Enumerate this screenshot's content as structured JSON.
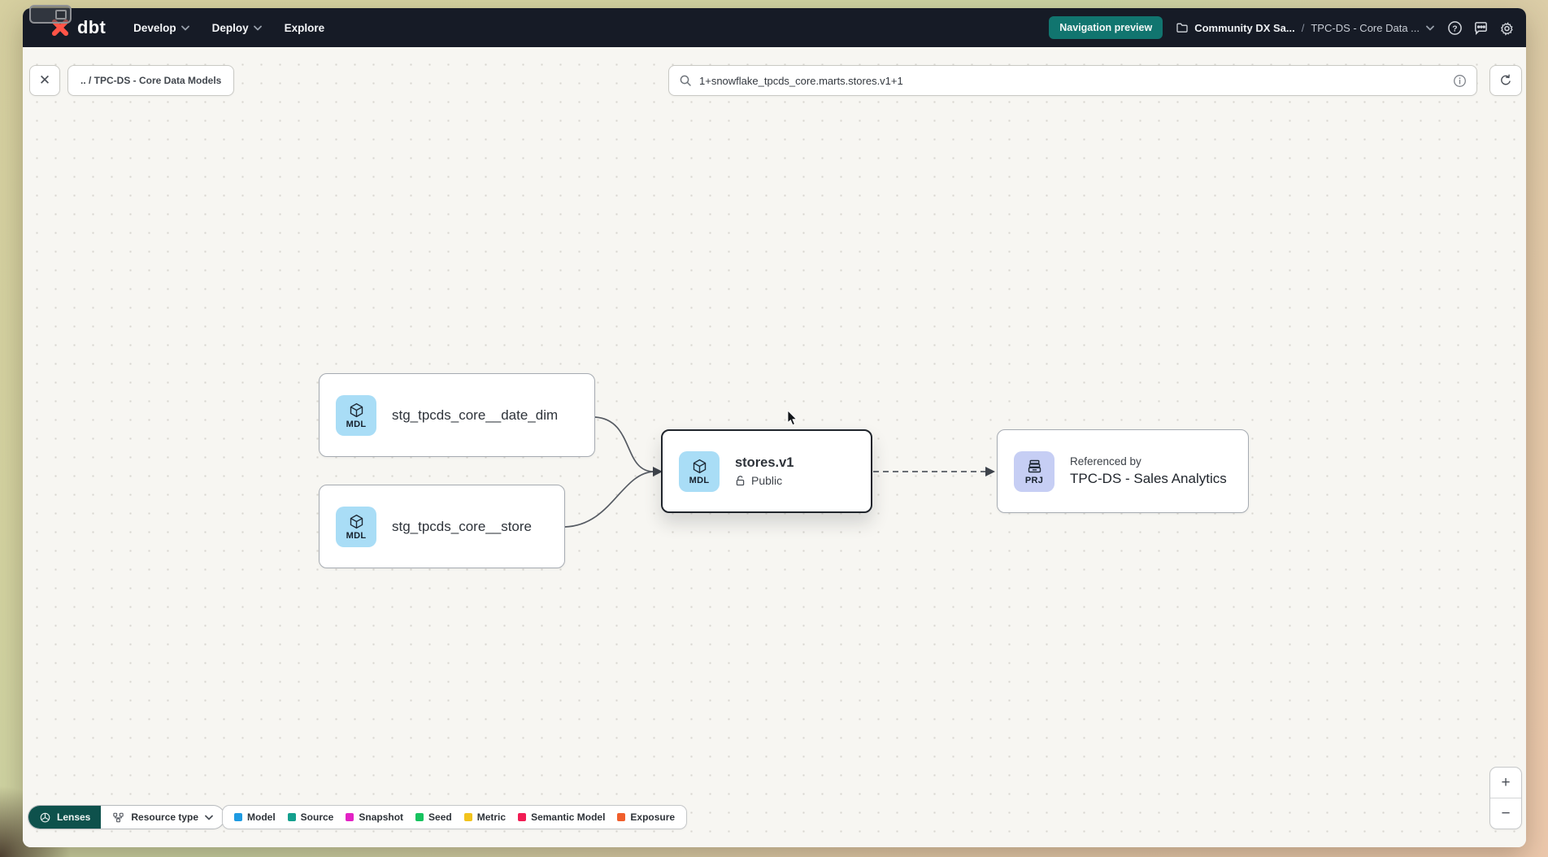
{
  "nav": {
    "logo_text": "dbt",
    "menus": [
      {
        "label": "Develop"
      },
      {
        "label": "Deploy"
      },
      {
        "label": "Explore"
      }
    ],
    "preview_badge": "Navigation preview",
    "breadcrumb": {
      "project": "Community DX Sa...",
      "separator": "/",
      "environment": "TPC-DS - Core Data ..."
    }
  },
  "toolbar": {
    "close_label": "✕",
    "breadcrumb_chip": ".. / TPC-DS - Core Data Models",
    "search_value": "1+snowflake_tpcds_core.marts.stores.v1+1"
  },
  "graph": {
    "nodes": [
      {
        "badge": "MDL",
        "title": "stg_tpcds_core__date_dim"
      },
      {
        "badge": "MDL",
        "title": "stg_tpcds_core__store"
      },
      {
        "badge": "MDL",
        "title": "stores.v1",
        "access": "Public"
      },
      {
        "badge": "PRJ",
        "eyebrow": "Referenced by",
        "title": "TPC-DS - Sales Analytics"
      }
    ]
  },
  "footer": {
    "lenses_label": "Lenses",
    "resource_type_label": "Resource type"
  },
  "legend": {
    "items": [
      {
        "label": "Model",
        "color": "#1e9be2"
      },
      {
        "label": "Source",
        "color": "#14a08e"
      },
      {
        "label": "Snapshot",
        "color": "#e322c5"
      },
      {
        "label": "Seed",
        "color": "#17c35f"
      },
      {
        "label": "Metric",
        "color": "#f2c31c"
      },
      {
        "label": "Semantic Model",
        "color": "#f11c54"
      },
      {
        "label": "Exposure",
        "color": "#f05e2c"
      }
    ]
  },
  "zoom_controls": {
    "zoom_in": "+",
    "zoom_out": "−"
  }
}
